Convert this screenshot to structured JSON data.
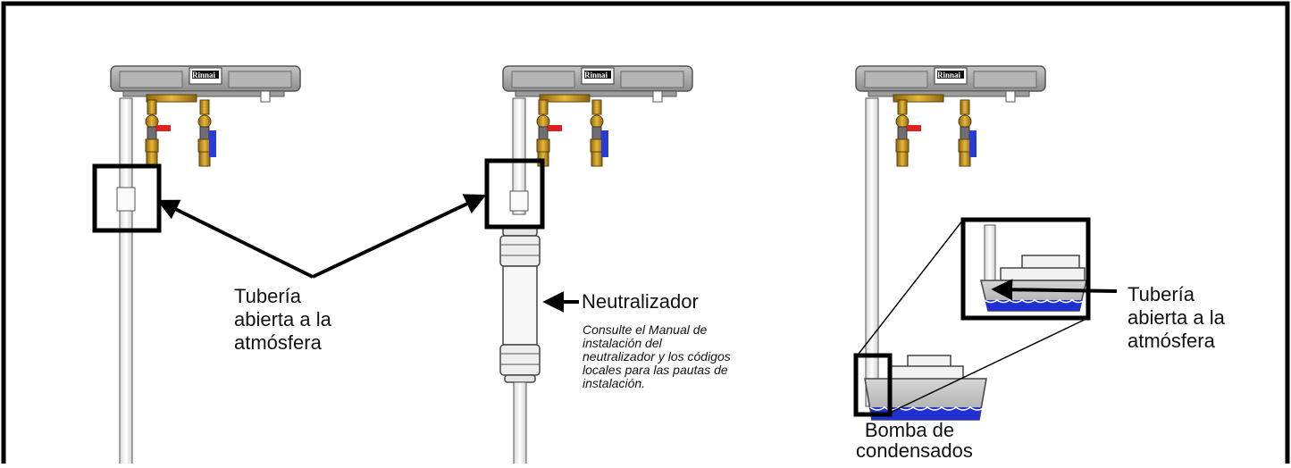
{
  "labels": {
    "pipe_open_left": [
      "Tubería",
      "abierta a la",
      "atmósfera"
    ],
    "neutralizer": "Neutralizador",
    "neutralizer_note": [
      "Consulte el Manual de",
      "instalación del",
      "neutralizador y los códigos",
      "locales para las pautas de",
      "instalación."
    ],
    "pipe_open_right": [
      "Tubería",
      "abierta a la",
      "atmósfera"
    ],
    "pump": [
      "Bomba de",
      "condensados"
    ],
    "brand": "Rinnai"
  },
  "colors": {
    "frame": "#000000",
    "heater_body": "#a9a9a9",
    "brass": "#c8961e",
    "valve_red": "#e02020",
    "valve_blue": "#2a3cd6",
    "water": "#1f2fd0",
    "tank": "#c9c9c9"
  },
  "icons": [
    "water-heater-icon",
    "ball-valve-icon",
    "neutralizer-icon",
    "condensate-pump-icon",
    "arrow-icon"
  ]
}
